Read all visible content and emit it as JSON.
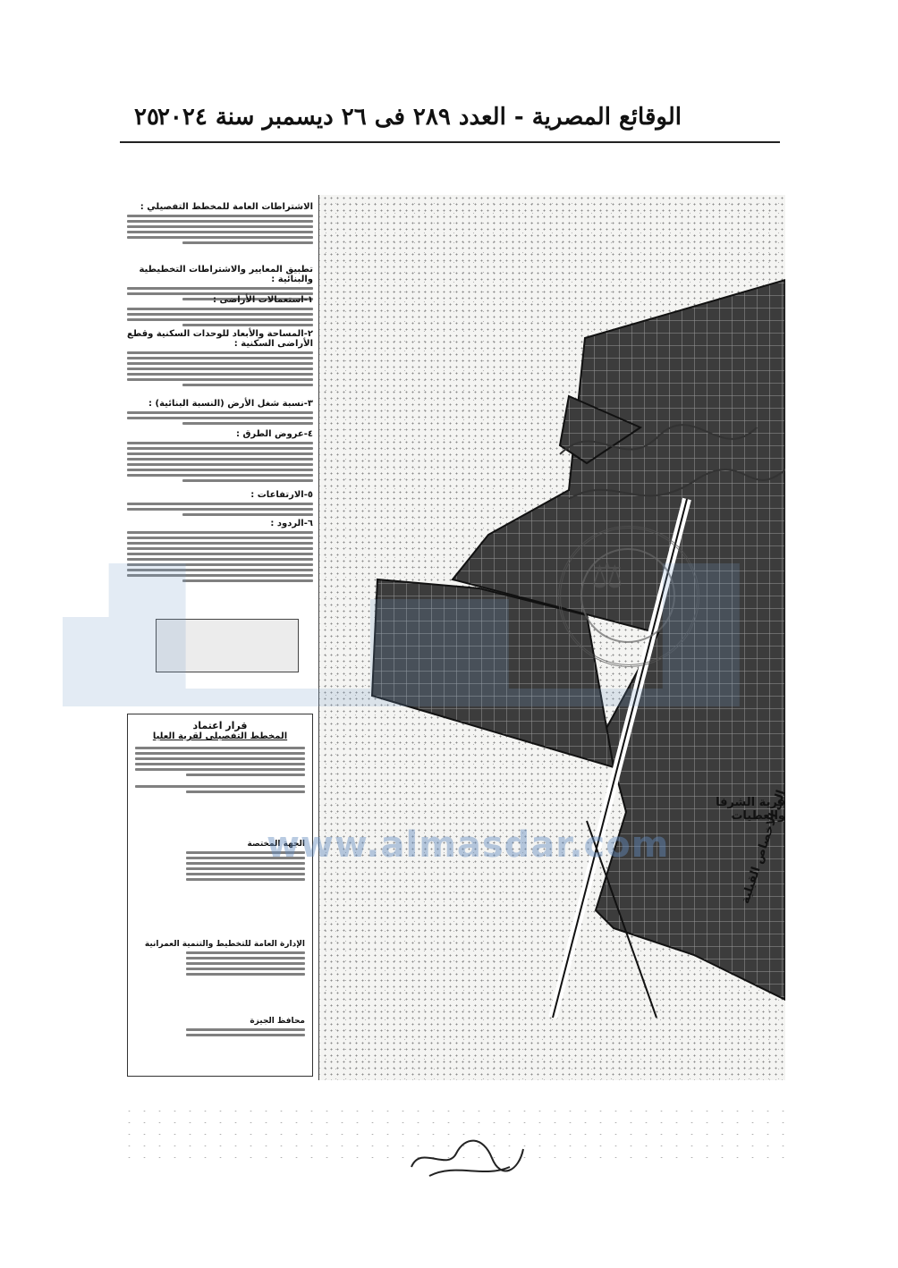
{
  "header": {
    "page_number": "٢٥",
    "title": "الوقائع المصرية - العدد ٢٨٩ فى ٢٦ ديسمبر سنة ٢٠٢٤"
  },
  "legend": {
    "sections": [
      {
        "heading": "الاشتراطات العامة للمخطط التفصيلي :"
      },
      {
        "heading": "تطبيق المعايير والاشتراطات التخطيطية والبنائية :"
      },
      {
        "heading": "١-استعمالات الأراضى :"
      },
      {
        "heading": "٢-المساحة والأبعاد للوحدات السكنية وقطع الأراضى السكنية :"
      },
      {
        "heading": "٣-نسبة شغل الأرض (النسبة البنائية) :"
      },
      {
        "heading": "٤-عروض الطرق :"
      },
      {
        "heading": "٥-الارتفاعات :"
      },
      {
        "heading": "٦-الردود :"
      }
    ]
  },
  "approval": {
    "title": "قرار اعتماد",
    "subtitle": "المخطط التفصيلى لقرية العليا",
    "blocks": [
      {
        "heading": "الجهة المختصة"
      },
      {
        "heading": "الإدارة العامة للتخطيط والتنمية العمرانية"
      },
      {
        "heading": "محافظ الجيزة"
      }
    ]
  },
  "map": {
    "village_label": "قرية الشرفا والعطيات",
    "road_label": "الى الاخصاص القبلية"
  },
  "watermark": {
    "url": "www.almasdar.com"
  }
}
